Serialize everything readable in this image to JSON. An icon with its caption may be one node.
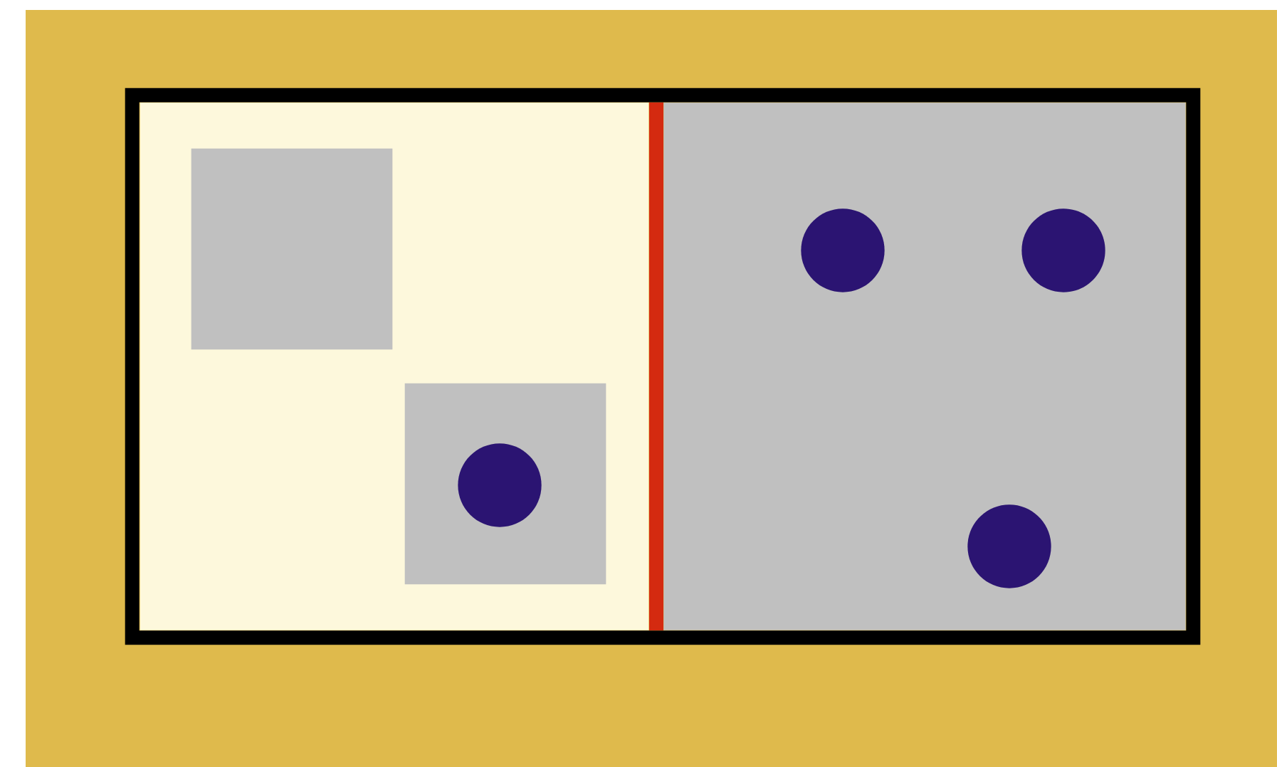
{
  "diagram": {
    "nodes": [
      {
        "text": [],
        "shape": "box"
      },
      {
        "text": [],
        "shape": "box",
        "in": 0
      },
      {
        "text": [],
        "shape": "box",
        "in": 0
      },
      {
        "text": [],
        "shape": "box",
        "in": 1
      },
      {
        "text": [],
        "shape": "box",
        "in": 1
      },
      {
        "text": [],
        "shape": "circle",
        "in": 4
      },
      {
        "text": [],
        "shape": "circle",
        "in": 2
      },
      {
        "text": [],
        "shape": "circle",
        "in": 2
      },
      {
        "text": [],
        "shape": "circle",
        "in": 2
      }
    ]
  }
}
